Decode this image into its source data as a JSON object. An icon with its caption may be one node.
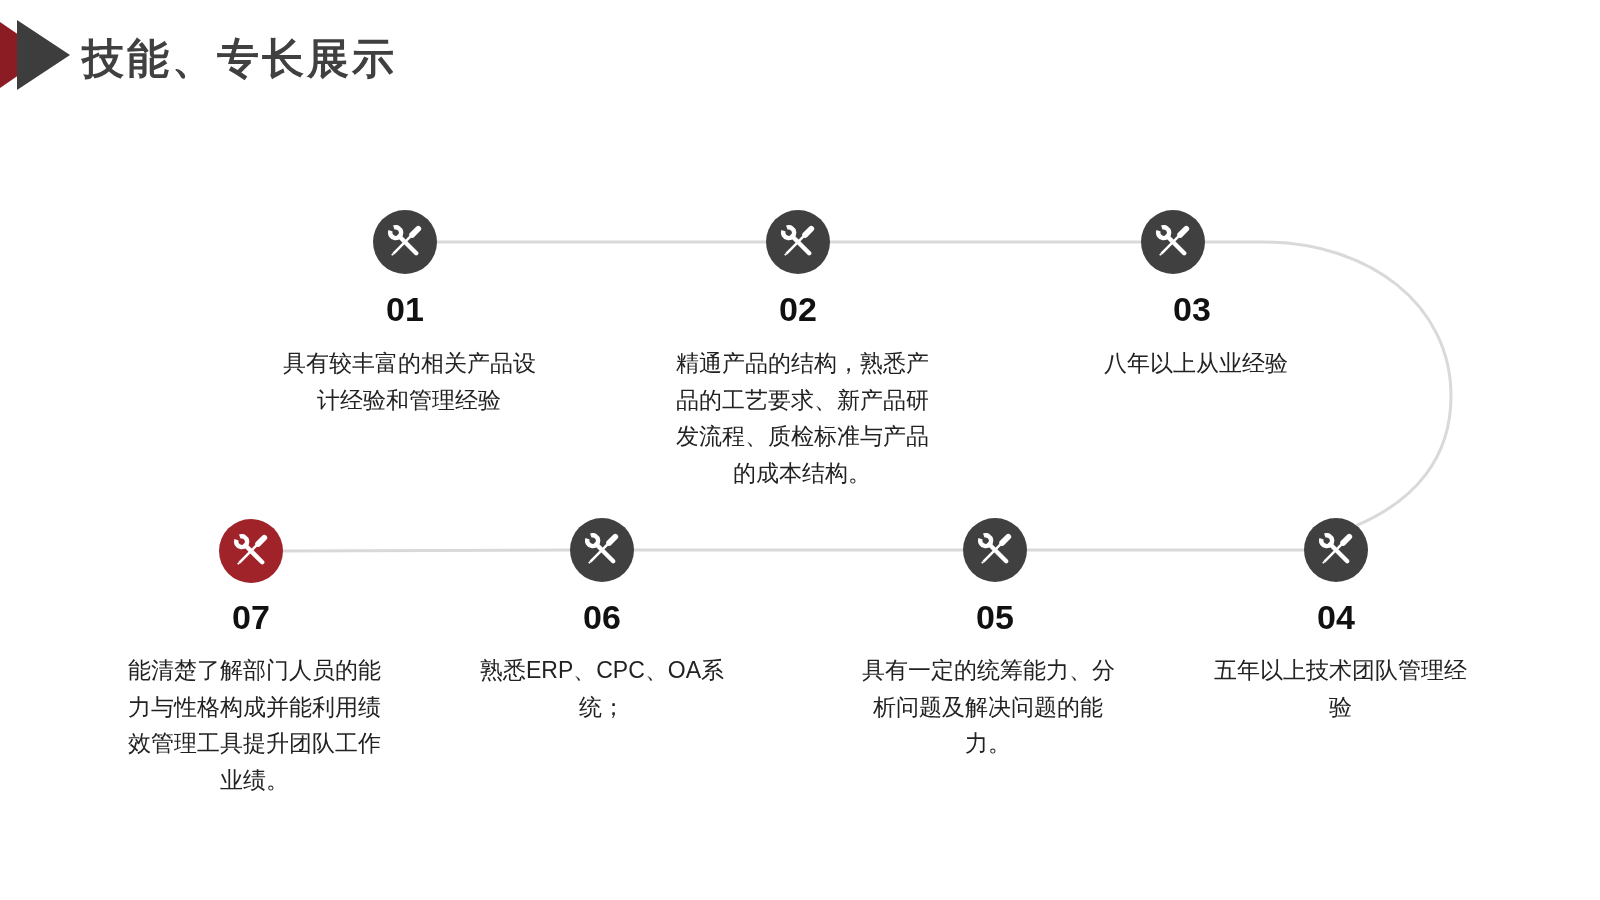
{
  "diagram": {
    "title": "技能、专长展示",
    "nodes": [
      {
        "text": [],
        "shape": "circle",
        "beside": [
          "01",
          "具有较丰富的相关产品设计经验和管理经验"
        ]
      },
      {
        "text": [],
        "shape": "circle",
        "beside": [
          "02",
          "精通产品的结构，熟悉产品的工艺要求、新产品研发流程、质检标准与产品的成本结构。"
        ]
      },
      {
        "text": [],
        "shape": "circle",
        "beside": [
          "03",
          "八年以上从业经验"
        ]
      },
      {
        "text": [],
        "shape": "circle",
        "beside": [
          "04",
          "五年以上技术团队管理经验"
        ]
      },
      {
        "text": [],
        "shape": "circle",
        "beside": [
          "05",
          "具有一定的统筹能力、分析问题及解决问题的能力。"
        ]
      },
      {
        "text": [],
        "shape": "circle",
        "beside": [
          "06",
          "熟悉ERP、CPC、OA系统；"
        ]
      },
      {
        "text": [],
        "shape": "circle",
        "beside": [
          "07",
          "能清楚了解部门人员的能力与性格构成并能利用绩效管理工具提升团队工作业绩。"
        ]
      }
    ],
    "edges": [
      {
        "from": 0,
        "to": 1,
        "arrow": "none"
      },
      {
        "from": 1,
        "to": 2,
        "arrow": "none"
      },
      {
        "from": 2,
        "to": 3,
        "arrow": "none"
      },
      {
        "from": 3,
        "to": 4,
        "arrow": "none"
      },
      {
        "from": 4,
        "to": 5,
        "arrow": "none"
      },
      {
        "from": 5,
        "to": 6,
        "arrow": "none"
      }
    ]
  }
}
